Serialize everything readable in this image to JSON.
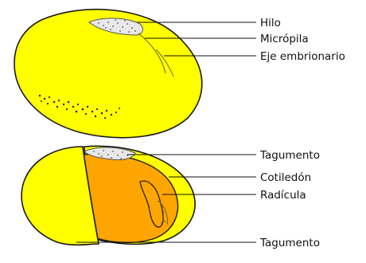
{
  "top_seed": {
    "labels": {
      "hilo": "Hilo",
      "micropila": "Micrópila",
      "eje": "Eje embrionario"
    }
  },
  "bottom_seed": {
    "labels": {
      "tagumento_top": "Tagumento",
      "cotiledon": "Cotiledón",
      "radicula": "Radícula",
      "tagumento_bottom": "Tagumento"
    }
  },
  "colors": {
    "seed_coat": "#ffff00",
    "cotyledon": "#ffa500",
    "outline": "#1a1a1a"
  }
}
